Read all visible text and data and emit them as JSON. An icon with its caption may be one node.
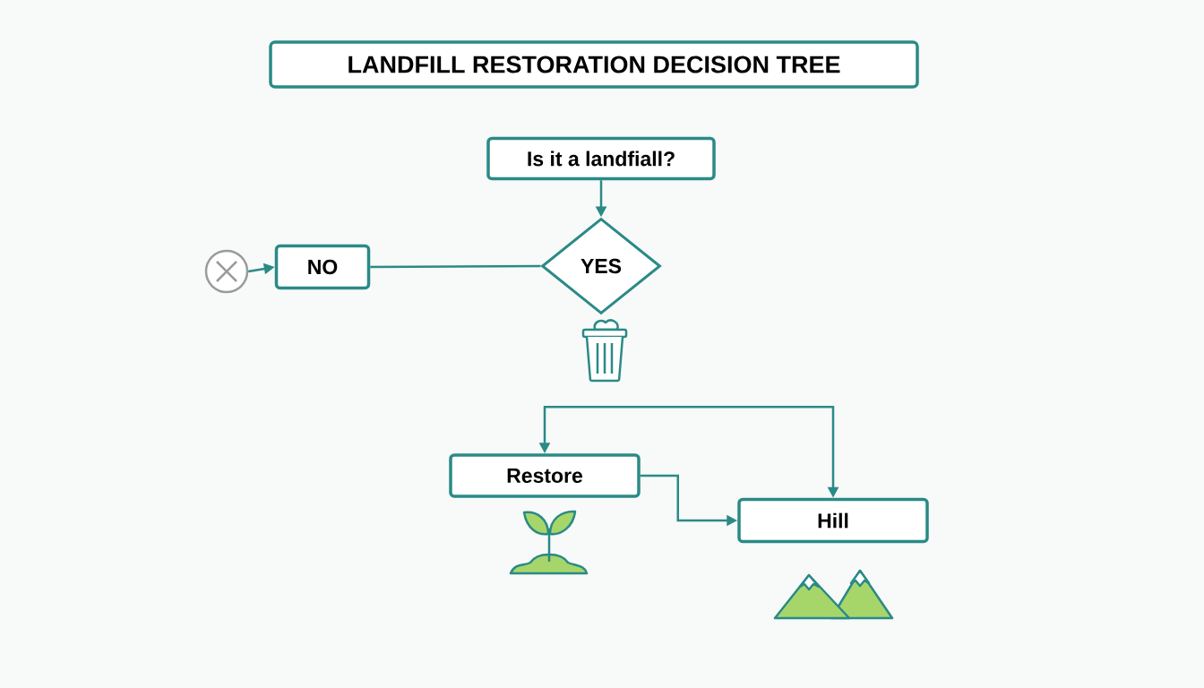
{
  "diagram": {
    "title": "LANDFILL RESTORATION DECISION TREE",
    "nodes": [
      {
        "text": [
          "Is it a landfiall?"
        ]
      },
      {
        "text": [],
        "shape": "circle"
      },
      {
        "text": [
          "NO"
        ]
      },
      {
        "text": [
          "YES"
        ]
      },
      {
        "text": [
          "Restore"
        ]
      },
      {
        "text": [
          "Hill"
        ]
      }
    ],
    "edges": [
      {
        "from": 0,
        "to": 3,
        "arrow": "to"
      },
      {
        "from": 1,
        "to": 2,
        "arrow": "to"
      },
      {
        "from": 2,
        "to": 3,
        "arrow": "none"
      },
      {
        "from": 4,
        "to": 5,
        "arrow": "to"
      },
      {
        "from": 4,
        "to": 5,
        "arrow": "both"
      }
    ]
  }
}
